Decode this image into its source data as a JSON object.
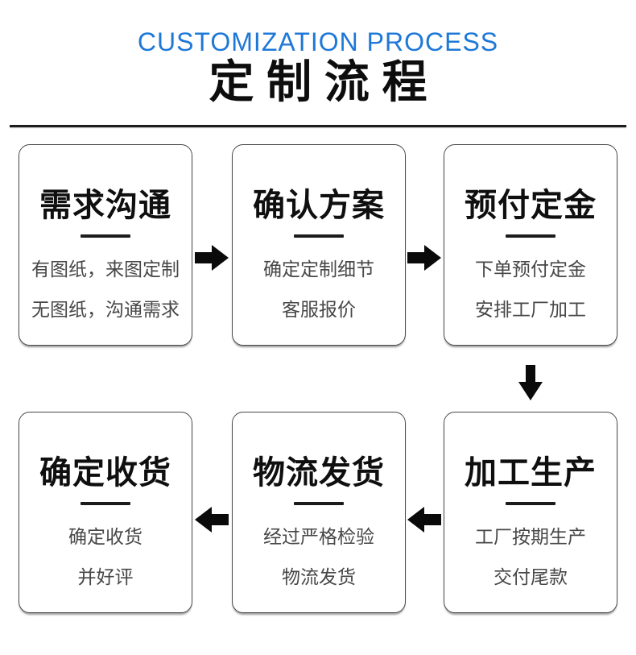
{
  "header": {
    "subtitle_en": "CUSTOMIZATION PROCESS",
    "title_zh": "定制流程"
  },
  "colors": {
    "accent_blue": "#1e78d7",
    "title_black": "#0d0d0d",
    "body_gray": "#474747",
    "card_border_gray": "#4a4a4a",
    "arrow_black": "#0a0a0a"
  },
  "steps": [
    {
      "id": "requirement-communication",
      "title": "需求沟通",
      "lines": [
        "有图纸，来图定制",
        "无图纸，沟通需求"
      ]
    },
    {
      "id": "confirm-plan",
      "title": "确认方案",
      "lines": [
        "确定定制细节",
        "客服报价"
      ]
    },
    {
      "id": "prepay-deposit",
      "title": "预付定金",
      "lines": [
        "下单预付定金",
        "安排工厂加工"
      ]
    },
    {
      "id": "processing-production",
      "title": "加工生产",
      "lines": [
        "工厂按期生产",
        "交付尾款"
      ]
    },
    {
      "id": "logistics-shipping",
      "title": "物流发货",
      "lines": [
        "经过严格检验",
        "物流发货"
      ]
    },
    {
      "id": "confirm-receipt",
      "title": "确定收货",
      "lines": [
        "确定收货",
        "并好评"
      ]
    }
  ],
  "flow": {
    "arrow_sequence": [
      "right",
      "right",
      "down",
      "left",
      "left"
    ],
    "icons": [
      "arrow-right-icon",
      "arrow-right-icon",
      "arrow-down-icon",
      "arrow-left-icon",
      "arrow-left-icon"
    ]
  }
}
